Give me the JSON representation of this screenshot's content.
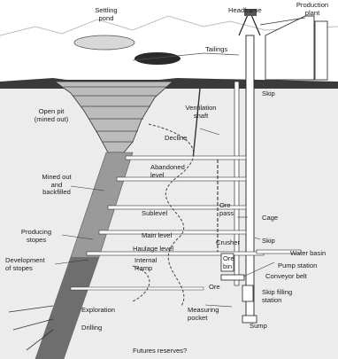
{
  "labels": {
    "settling_pond": "Settling\npond",
    "headframe": "Headframe",
    "production_plant": "Production\nplant",
    "tailings": "Tailings",
    "skip_top": "Skip",
    "open_pit": "Open pit\n(mined out)",
    "ventilation_shaft": "Ventilation\nshaft",
    "decline": "Decline",
    "abandoned_level": "Abandoned\nlevel",
    "mined_out": "Mined out\nand\nbackfilled",
    "sublevel": "Sublevel",
    "ore_pass": "Ore\npass",
    "cage": "Cage",
    "producing_stopes": "Producing\nstopes",
    "main_level": "Main level",
    "haulage_level": "Haulage level",
    "crusher": "Crusher",
    "skip_mid": "Skip",
    "water_basin": "Water basin",
    "ore_bin": "Ore\nbin",
    "pump_station": "Pump station",
    "conveyor_belt": "Conveyor belt",
    "development_of_stopes": "Development\nof stopes",
    "internal_ramp": "Internal\nRamp",
    "ore": "Ore",
    "skip_filling_station": "Skip filling\nstation",
    "exploration": "Exploration",
    "measuring_pocket": "Measuring\npocket",
    "sump": "Sump",
    "drilling": "Drilling",
    "future_reserves": "Futures reserves?"
  },
  "colors": {
    "ground": "#ececec",
    "surface_line": "#1c1c1c",
    "orebody": "#9a9a9a",
    "orebody_dark": "#6e6e6e",
    "tunnel": "#ffffff",
    "ink": "#2a2a2a"
  }
}
